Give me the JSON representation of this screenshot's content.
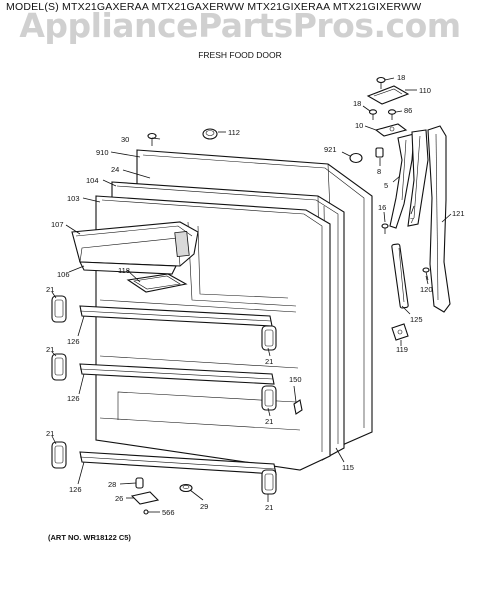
{
  "header": {
    "models_text": "MODEL(S) MTX21GAXERAA  MTX21GAXERWW  MTX21GIXERAA  MTX21GIXERWW",
    "watermark": "AppliancePartsPros.com",
    "subtitle": "FRESH FOOD DOOR"
  },
  "footer": {
    "art_number": "(ART NO. WR18122 C5)"
  },
  "callouts": {
    "p18a": "18",
    "p110": "110",
    "p18b": "18",
    "p86": "86",
    "p10": "10",
    "p8": "8",
    "p112": "112",
    "p30": "30",
    "p910": "910",
    "p24": "24",
    "p921": "921",
    "p104": "104",
    "p5": "5",
    "p103": "103",
    "p16": "16",
    "p121": "121",
    "p107": "107",
    "p7": "7",
    "p106": "106",
    "p118": "118",
    "p120": "120",
    "p21a": "21",
    "p125": "125",
    "p126a": "126",
    "p21b": "21",
    "p119": "119",
    "p21c": "21",
    "p126b": "126",
    "p150": "150",
    "p21d": "21",
    "p21e": "21",
    "p115": "115",
    "p28": "28",
    "p126c": "126",
    "p26": "26",
    "p566": "566",
    "p29": "29",
    "p21f": "21"
  }
}
